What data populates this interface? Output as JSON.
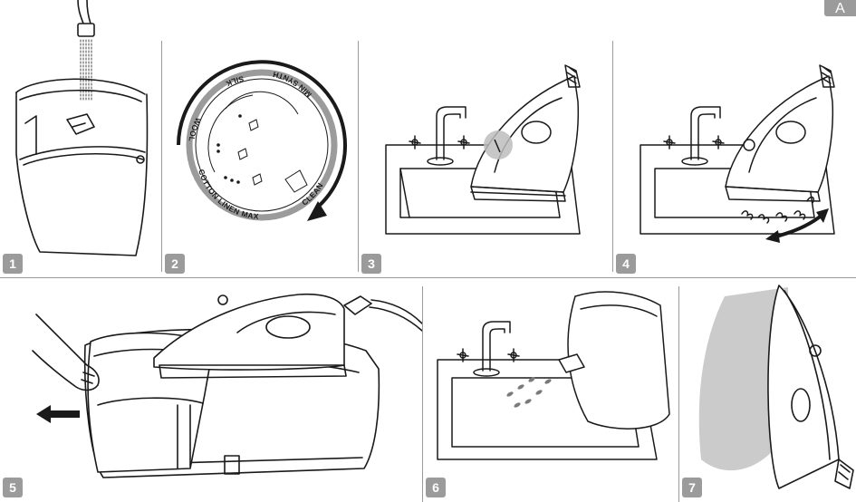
{
  "language_tab": "A",
  "steps": [
    {
      "number": "1"
    },
    {
      "number": "2"
    },
    {
      "number": "3"
    },
    {
      "number": "4"
    },
    {
      "number": "5"
    },
    {
      "number": "6"
    },
    {
      "number": "7"
    }
  ],
  "dial": {
    "min_synth": "MIN SYNTH",
    "silk": "SILK",
    "wool": "WOOL",
    "cotton_linen_max": "COTTON LINEN MAX",
    "clean": "CLEAN"
  },
  "colors": {
    "badge": "#9b9b9b",
    "line": "#1a1a1a",
    "highlight": "#bdbdbd"
  }
}
